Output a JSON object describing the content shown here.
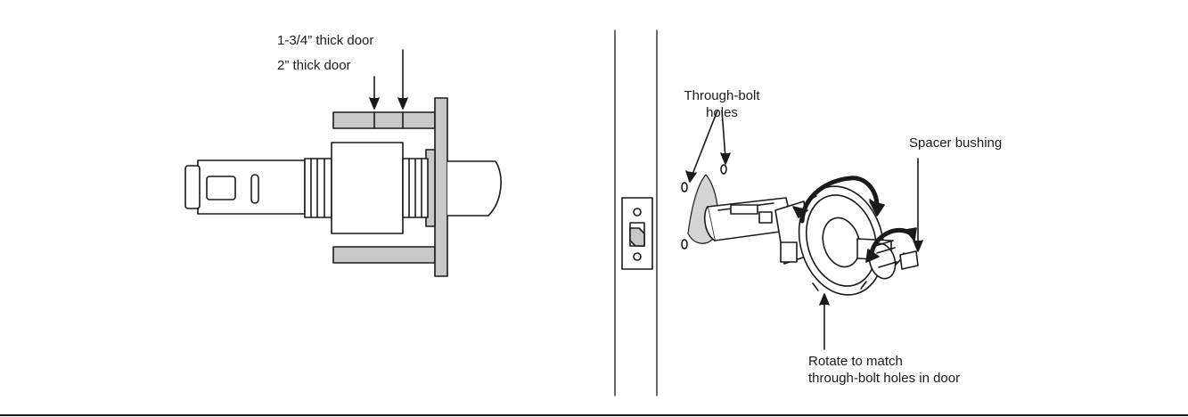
{
  "colors": {
    "ink": "#1a1a1a",
    "door_fill": "#c8c8c8",
    "background": "#ffffff"
  },
  "left_panel": {
    "label_thick_1_3_4": "1-3/4” thick door",
    "label_thick_2": "2” thick door"
  },
  "right_panel": {
    "label_through_bolt": [
      "Through-bolt",
      "holes"
    ],
    "label_spacer": "Spacer bushing",
    "label_rotate": [
      "Rotate to match",
      "through-bolt holes in door"
    ]
  }
}
